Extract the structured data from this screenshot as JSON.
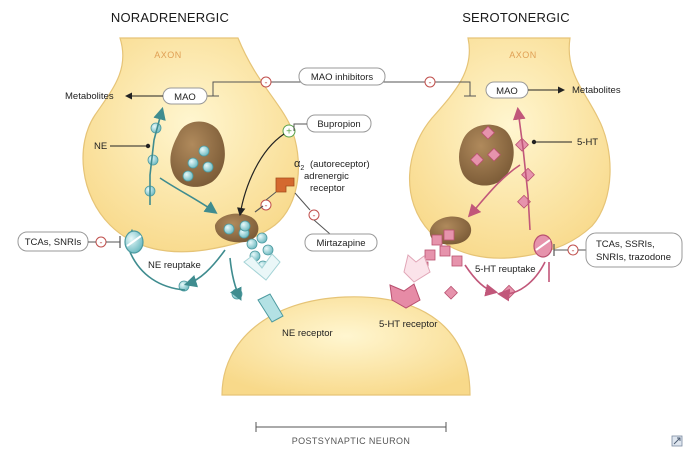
{
  "headers": {
    "left": "NORADRENERGIC",
    "right": "SEROTONERGIC"
  },
  "axon_left": "AXON",
  "axon_right": "AXON",
  "mao_inhibitors": "MAO inhibitors",
  "mao_left": "MAO",
  "mao_right": "MAO",
  "metabolites_left": "Metabolites",
  "metabolites_right": "Metabolites",
  "ne": "NE",
  "five_ht": "5-HT",
  "bupropion": "Bupropion",
  "alpha_symbol": "α",
  "alpha_sub": "2",
  "alpha_line1": "(autoreceptor)",
  "alpha_line2": "adrenergic",
  "alpha_line3": "receptor",
  "mirtazapine": "Mirtazapine",
  "left_box": "TCAs, SNRIs",
  "ne_reuptake": "NE reuptake",
  "ht_reuptake": "5-HT reuptake",
  "right_box_line1": "TCAs, SSRIs,",
  "right_box_line2": "SNRIs, trazodone",
  "ne_receptor": "NE receptor",
  "ht_receptor": "5-HT receptor",
  "postsynaptic": "POSTSYNAPTIC NEURON",
  "inhibit_sign": "-",
  "plus_sign": "+",
  "colors": {
    "neuron_fill": "#fbe6a4",
    "neuron_stroke": "#e3c070",
    "vesicle": "#8a6840",
    "ne_molecule": "#a8dce0",
    "ht_molecule": "#e38aa4",
    "teal_arrow": "#3f8c8f",
    "pink_arrow": "#c1577a",
    "inhibit": "#c0504d"
  }
}
